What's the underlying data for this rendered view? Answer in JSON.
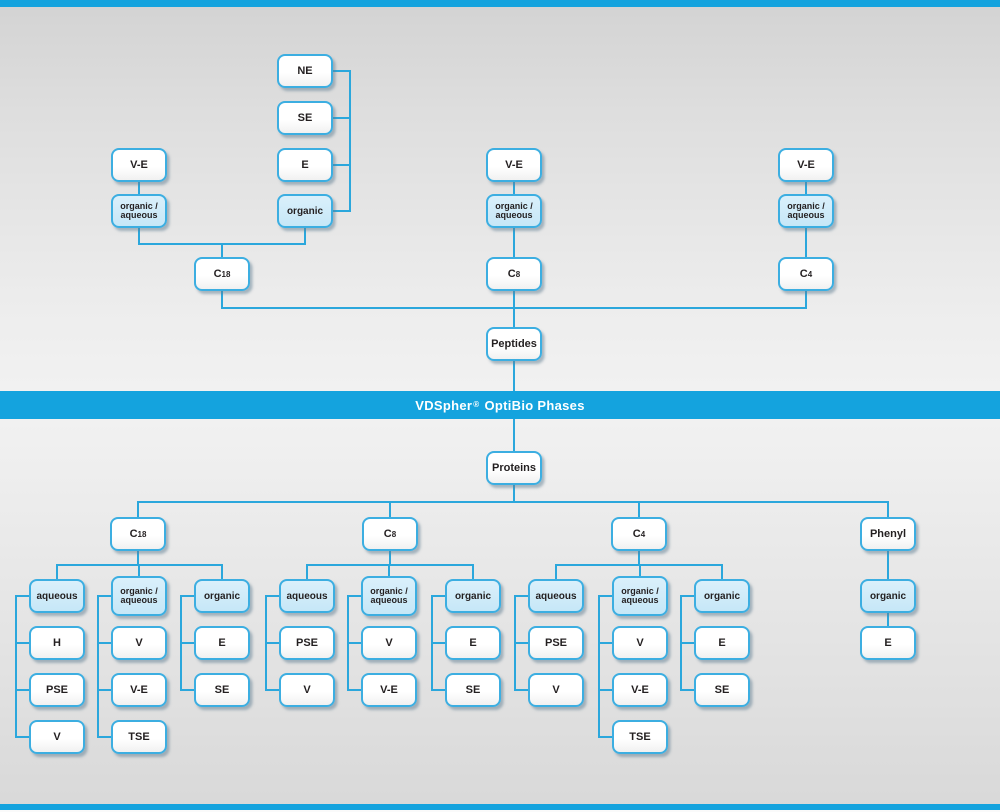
{
  "banner": {
    "brand": "VDSpher",
    "reg": "®",
    "rest": "OptiBio Phases"
  },
  "hubs": {
    "peptides": "Peptides",
    "proteins": "Proteins"
  },
  "top": {
    "c18": {
      "col_prefix": "C",
      "col_sub": "18",
      "ve": "V-E",
      "mode_l1": "organic /",
      "mode_l2": "aqueous",
      "extras": [
        "NE",
        "SE",
        "E"
      ],
      "extra_mode": "organic"
    },
    "c8": {
      "col_prefix": "C",
      "col_sub": "8",
      "ve": "V-E",
      "mode_l1": "organic /",
      "mode_l2": "aqueous"
    },
    "c4": {
      "col_prefix": "C",
      "col_sub": "4",
      "ve": "V-E",
      "mode_l1": "organic /",
      "mode_l2": "aqueous"
    }
  },
  "bottom": {
    "c18": {
      "col_prefix": "C",
      "col_sub": "18",
      "aqueous": {
        "label": "aqueous",
        "children": [
          "H",
          "PSE",
          "V"
        ]
      },
      "organic_aqueous": {
        "l1": "organic /",
        "l2": "aqueous",
        "children": [
          "V",
          "V-E",
          "TSE"
        ]
      },
      "organic": {
        "label": "organic",
        "children": [
          "E",
          "SE"
        ]
      }
    },
    "c8": {
      "col_prefix": "C",
      "col_sub": "8",
      "aqueous": {
        "label": "aqueous",
        "children": [
          "PSE",
          "V"
        ]
      },
      "organic_aqueous": {
        "l1": "organic /",
        "l2": "aqueous",
        "children": [
          "V",
          "V-E"
        ]
      },
      "organic": {
        "label": "organic",
        "children": [
          "E",
          "SE"
        ]
      }
    },
    "c4": {
      "col_prefix": "C",
      "col_sub": "4",
      "aqueous": {
        "label": "aqueous",
        "children": [
          "PSE",
          "V"
        ]
      },
      "organic_aqueous": {
        "l1": "organic /",
        "l2": "aqueous",
        "children": [
          "V",
          "V-E",
          "TSE"
        ]
      },
      "organic": {
        "label": "organic",
        "children": [
          "E",
          "SE"
        ]
      }
    },
    "phenyl": {
      "label": "Phenyl",
      "organic": {
        "label": "organic",
        "children": [
          "E"
        ]
      }
    }
  },
  "colors": {
    "accent": "#14a3de",
    "line": "#2ba7dc",
    "box_border": "#3caee1",
    "highlight": "#c6e7f7"
  }
}
